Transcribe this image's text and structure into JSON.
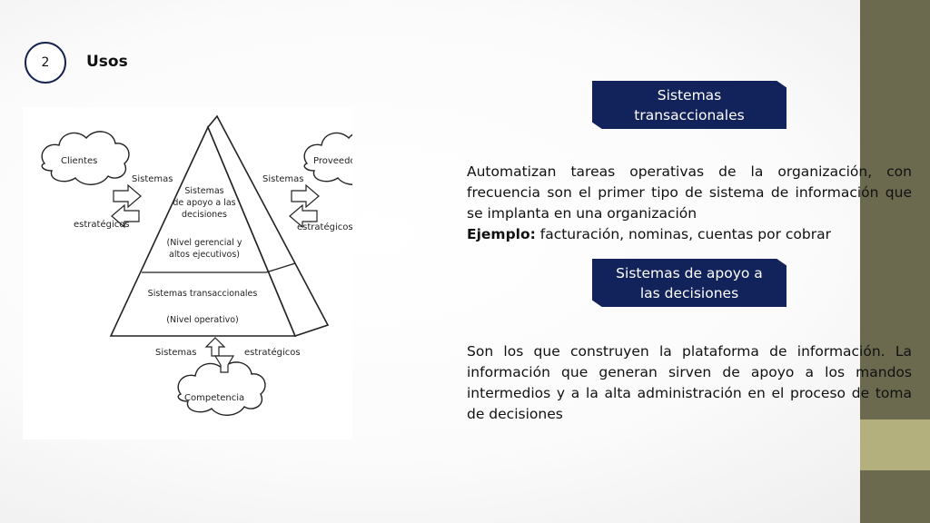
{
  "slide": {
    "number": "2",
    "title": "Usos"
  },
  "diagram": {
    "clientes": "Clientes",
    "proveedores": "Proveedores",
    "competencia": "Competencia",
    "left_sistemas": "Sistemas",
    "left_estrategicos": "estratégicos",
    "right_sistemas": "Sistemas",
    "right_estrategicos": "estratégicos",
    "bottom_sistemas": "Sistemas",
    "bottom_estrategicos": "estratégicos",
    "top_section": [
      "Sistemas",
      "de apoyo a las",
      "decisiones",
      "(Nivel gerencial y",
      "altos ejecutivos)"
    ],
    "bottom_section": [
      "Sistemas transaccionales",
      "(Nivel operativo)"
    ]
  },
  "sections": [
    {
      "heading": "Sistemas transaccionales",
      "body": "Automatizan tareas operativas de la organización, con frecuencia son el primer tipo de sistema de información que se implanta en una organización",
      "example_label": "Ejemplo:",
      "example_text": " facturación, nominas, cuentas por cobrar"
    },
    {
      "heading": "Sistemas de apoyo a las decisiones",
      "body": "Son los que construyen la plataforma de información. La información que generan sirven de apoyo a los mandos intermedios y a la alta administración en el proceso de toma de decisiones"
    }
  ],
  "colors": {
    "navy": "#12235b",
    "sidebar": "#6b6a4f",
    "sidebar_accent": "#b4b07e"
  }
}
